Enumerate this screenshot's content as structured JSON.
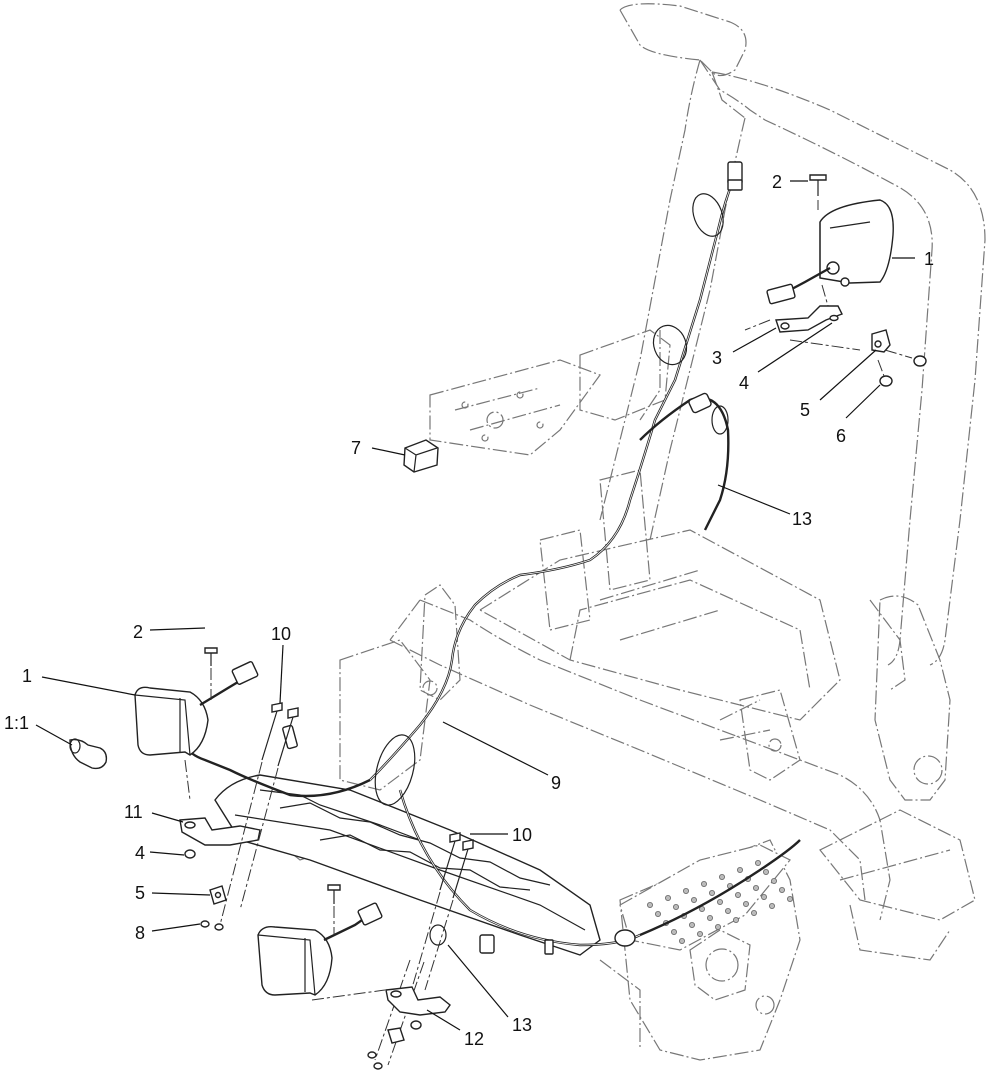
{
  "callouts": [
    {
      "id": "c1-top",
      "label": "1"
    },
    {
      "id": "c2-top",
      "label": "2"
    },
    {
      "id": "c3",
      "label": "3"
    },
    {
      "id": "c4-top",
      "label": "4"
    },
    {
      "id": "c5-top",
      "label": "5"
    },
    {
      "id": "c6",
      "label": "6"
    },
    {
      "id": "c7",
      "label": "7"
    },
    {
      "id": "c13-top",
      "label": "13"
    },
    {
      "id": "c2-left",
      "label": "2"
    },
    {
      "id": "c10-left",
      "label": "10"
    },
    {
      "id": "c1-left",
      "label": "1"
    },
    {
      "id": "c1-1",
      "label": "1:1"
    },
    {
      "id": "c9",
      "label": "9"
    },
    {
      "id": "c11",
      "label": "11"
    },
    {
      "id": "c10-mid",
      "label": "10"
    },
    {
      "id": "c4-left",
      "label": "4"
    },
    {
      "id": "c5-left",
      "label": "5"
    },
    {
      "id": "c8",
      "label": "8"
    },
    {
      "id": "c12",
      "label": "12"
    },
    {
      "id": "c13-bottom",
      "label": "13"
    }
  ]
}
